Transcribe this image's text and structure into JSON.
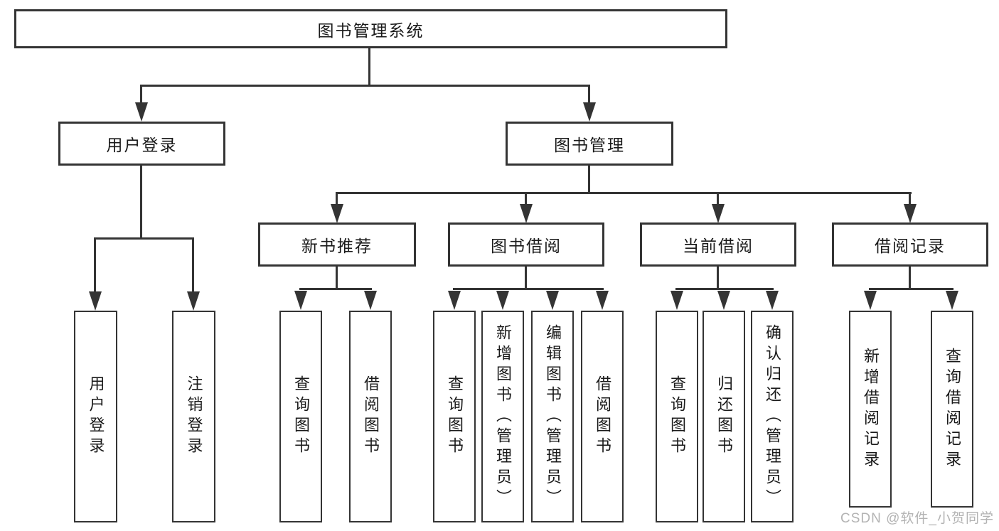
{
  "root": {
    "label": "图书管理系统"
  },
  "branches": [
    {
      "label": "用户登录",
      "children": [
        {
          "label": "用户登录"
        },
        {
          "label": "注销登录"
        }
      ]
    },
    {
      "label": "图书管理",
      "children": [
        {
          "label": "新书推荐",
          "children": [
            {
              "label": "查询图书"
            },
            {
              "label": "借阅图书"
            }
          ]
        },
        {
          "label": "图书借阅",
          "children": [
            {
              "label": "查询图书"
            },
            {
              "label": "新增图书（管理员）"
            },
            {
              "label": "编辑图书（管理员）"
            },
            {
              "label": "借阅图书"
            }
          ]
        },
        {
          "label": "当前借阅",
          "children": [
            {
              "label": "查询图书"
            },
            {
              "label": "归还图书"
            },
            {
              "label": "确认归还（管理员）"
            }
          ]
        },
        {
          "label": "借阅记录",
          "children": [
            {
              "label": "新增借阅记录"
            },
            {
              "label": "查询借阅记录"
            }
          ]
        }
      ]
    }
  ],
  "watermark": {
    "text": "CSDN @软件_小贺同学"
  },
  "colors": {
    "line": "#343434",
    "text": "#1a1a1a",
    "watermark": "#b3b3b3",
    "background": "#ffffff"
  }
}
